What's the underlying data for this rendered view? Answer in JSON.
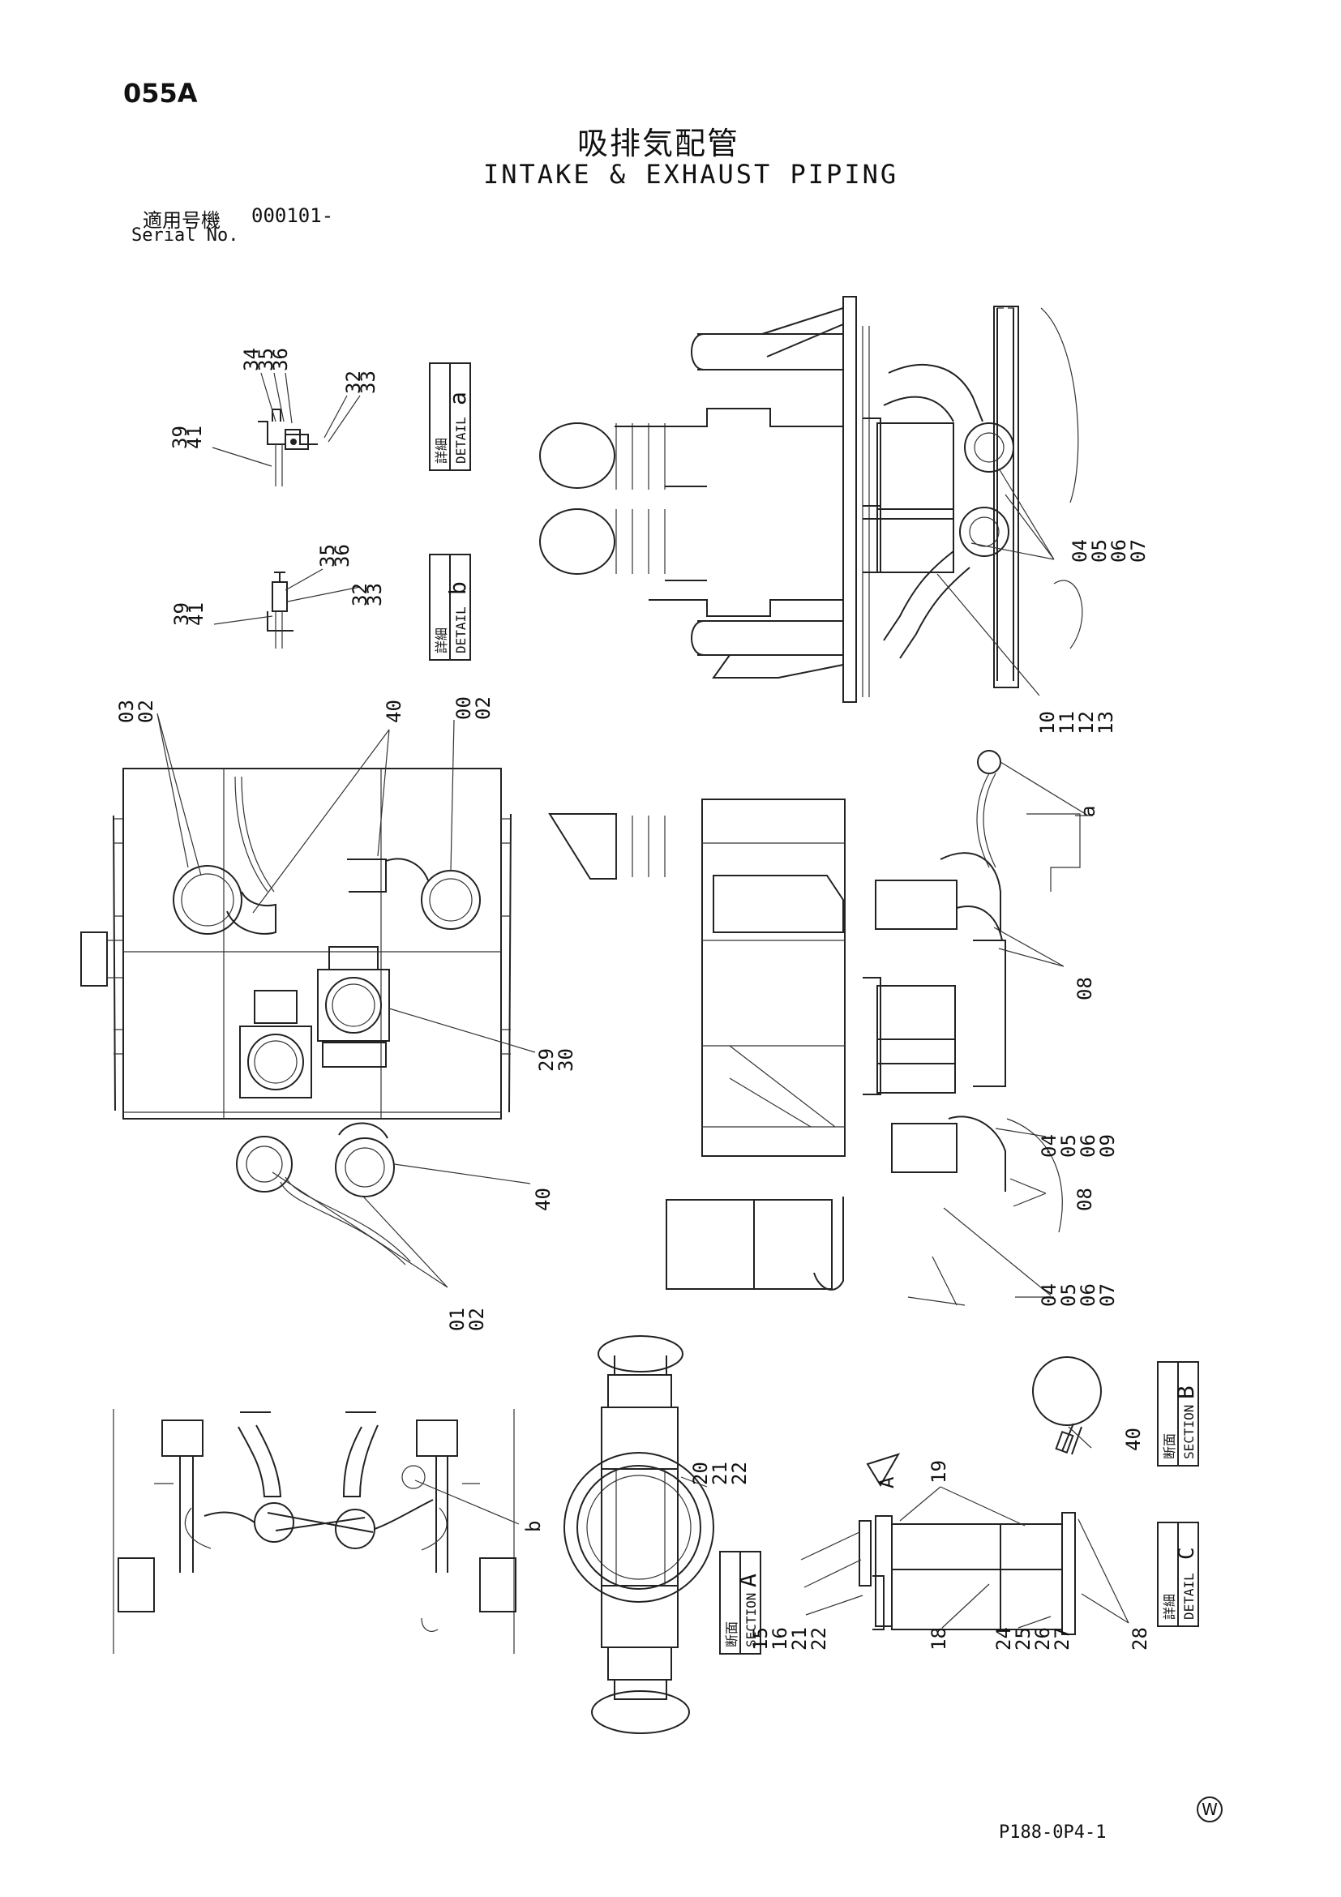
{
  "header": {
    "page_code": "055A",
    "title_jp": "吸排気配管",
    "title_en": "INTAKE & EXHAUST PIPING",
    "serial_label_jp": "適用号機",
    "serial_value": "000101-",
    "serial_label_en": "Serial No."
  },
  "detail_boxes": {
    "detail_a": {
      "jp": "詳細",
      "en": "DETAIL",
      "letter": "a"
    },
    "detail_b": {
      "jp": "詳細",
      "en": "DETAIL",
      "letter": "b"
    },
    "section_b": {
      "jp": "断面",
      "en": "SECTION",
      "letter": "B"
    },
    "section_a": {
      "jp": "断面",
      "en": "SECTION",
      "letter": "A"
    },
    "detail_c": {
      "jp": "詳細",
      "en": "DETAIL",
      "letter": "C"
    }
  },
  "callouts": {
    "da_1": "34",
    "da_2": "35",
    "da_3": "36",
    "da_4": "32",
    "da_5": "33",
    "da_6": "39",
    "da_7": "41",
    "db_1": "35",
    "db_2": "36",
    "db_3": "32",
    "db_4": "33",
    "db_5": "39",
    "db_6": "41",
    "tr_1": "04",
    "tr_2": "05",
    "tr_3": "06",
    "tr_4": "07",
    "tr_5": "10",
    "tr_6": "11",
    "tr_7": "12",
    "tr_8": "13",
    "tl_1": "03",
    "tl_2": "02",
    "tl_3": "40",
    "tl_4": "00",
    "tl_5": "02",
    "ml_1": "29",
    "ml_2": "30",
    "ml_3": "40",
    "ml_4": "01",
    "ml_5": "02",
    "mr_a": "a",
    "mr_1": "08",
    "mr_2": "04",
    "mr_3": "05",
    "mr_4": "06",
    "mr_5": "09",
    "mr_6": "08",
    "mr_7": "04",
    "mr_8": "05",
    "mr_9": "06",
    "mr_10": "07",
    "bl_b": "b",
    "sa_1": "20",
    "sa_2": "21",
    "sa_3": "22",
    "sb_1": "40",
    "dc_a": "A",
    "dc_1": "19",
    "dc_2": "15",
    "dc_3": "16",
    "dc_4": "21",
    "dc_5": "22",
    "dc_6": "18",
    "dc_7": "24",
    "dc_8": "25",
    "dc_9": "26",
    "dc_10": "27",
    "dc_11": "28"
  },
  "footer": {
    "w_mark": "W",
    "part_code": "P188-0P4-1"
  }
}
